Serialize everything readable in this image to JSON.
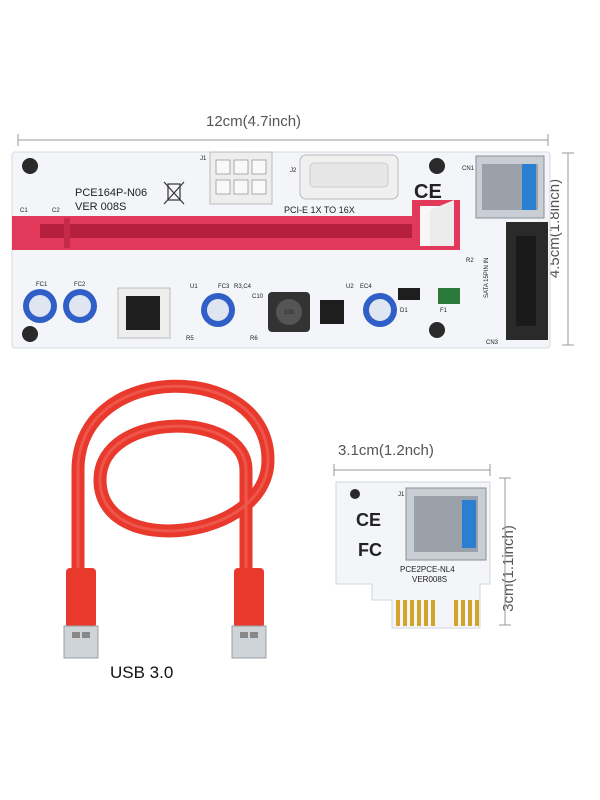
{
  "dimensions": {
    "main_width": "12cm(4.7inch)",
    "main_height": "4.5cm(1.8inch)",
    "small_width": "3.1cm(1.2nch)",
    "small_height": "3cm(1.1inch)"
  },
  "main_board": {
    "model": "PCE164P-N06",
    "version": "VER 008S",
    "pcie_label": "PCI-E 1X TO 16X",
    "ce_mark": "CE",
    "sata_text": "SATA 15PIN IN",
    "components": [
      "FC1",
      "FC2",
      "U1",
      "FC3",
      "R3,C4",
      "C10",
      "U2",
      "EC4",
      "D1",
      "F1",
      "R5",
      "R6",
      "J2",
      "J1",
      "CN1",
      "CN3",
      "R2",
      "C1",
      "C2",
      "100"
    ]
  },
  "small_board": {
    "model": "PCE2PCE-NL4",
    "version": "VER008S",
    "ce_mark": "CE",
    "fc_mark": "FC",
    "j1": "J1"
  },
  "cable": {
    "label": "USB 3.0"
  },
  "colors": {
    "board": "#f4f6f8",
    "slot_red": "#e2385a",
    "cable_red": "#e8392c",
    "usb_blue": "#2a7fd0",
    "gold": "#d4a32a"
  }
}
